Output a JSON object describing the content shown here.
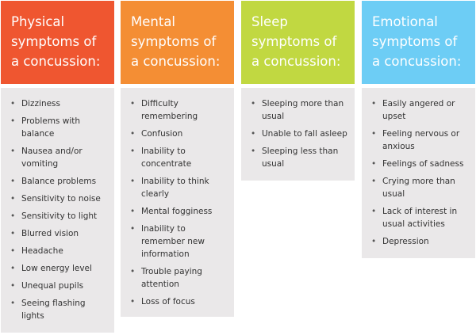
{
  "columns": [
    {
      "title": "Physical symptoms of a concussion:",
      "color": "#EF5630",
      "items": [
        "Dizziness",
        "Problems with balance",
        "Nausea and/or vomiting",
        "Balance problems",
        "Sensitivity to noise",
        "Sensitivity to light",
        "Blurred vision",
        "Headache",
        "Low energy level",
        "Unequal pupils",
        "Seeing flashing lights"
      ]
    },
    {
      "title": "Mental symptoms of a concussion:",
      "color": "#F48E34",
      "items": [
        "Difficulty remembering",
        "Confusion",
        "Inability to concentrate",
        "Inability to think clearly",
        "Mental fogginess",
        "Inability to remember new information",
        "Trouble paying attention",
        "Loss of focus"
      ]
    },
    {
      "title": "Sleep symptoms of a concussion:",
      "color": "#C1D841",
      "items": [
        "Sleeping more than usual",
        "Unable to fall asleep",
        "Sleeping less than usual"
      ]
    },
    {
      "title": "Emotional symptoms of a concussion:",
      "color": "#6DCDF5",
      "items": [
        "Easily angered or upset",
        "Feeling nervous or anxious",
        "Feelings of sadness",
        "Crying more than usual",
        "Lack of interest in usual activities",
        "Depression"
      ]
    }
  ]
}
